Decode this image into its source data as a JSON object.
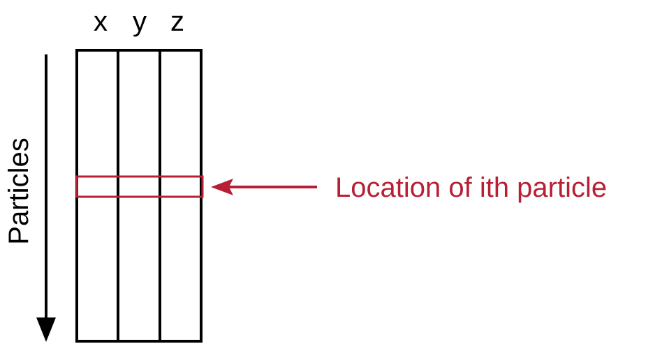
{
  "columns": {
    "x_label": "x",
    "y_label": "y",
    "z_label": "z"
  },
  "axis": {
    "label": "Particles"
  },
  "callout": {
    "label": "Location of ith particle"
  },
  "colors": {
    "line": "#000000",
    "highlight": "#b81f35"
  }
}
